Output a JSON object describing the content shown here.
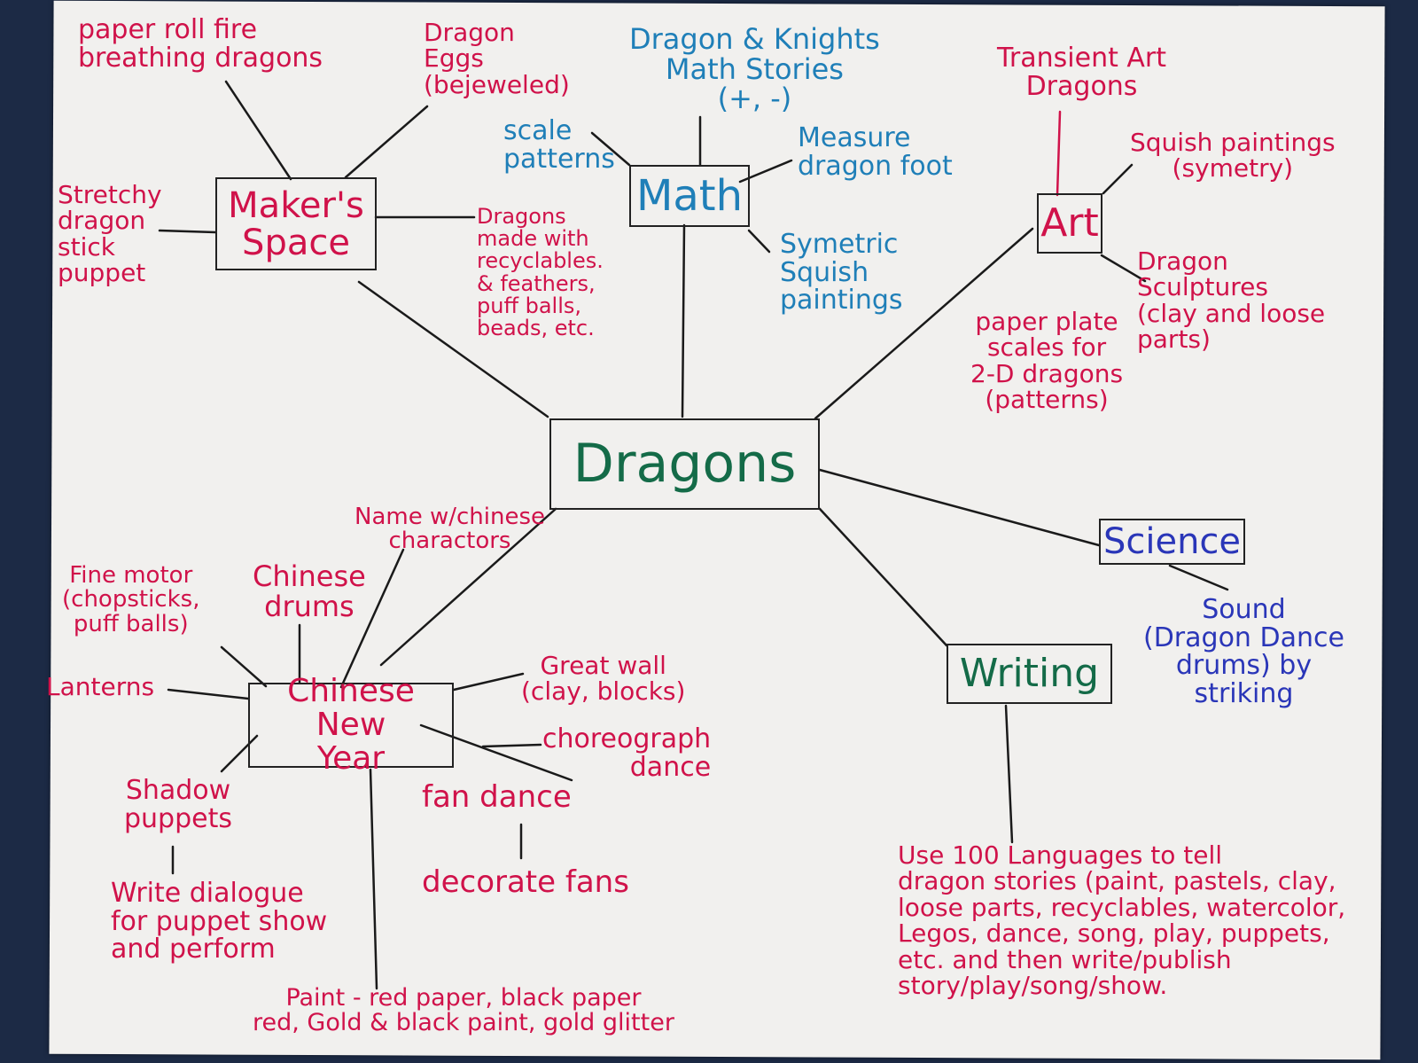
{
  "center": {
    "label": "Dragons"
  },
  "hubs": {
    "makers_space": "Maker's\nSpace",
    "math": "Math",
    "art": "Art",
    "science": "Science",
    "writing": "Writing",
    "chinese_new_year": "Chinese New\nYear"
  },
  "makers_space_ideas": {
    "paper_roll": "paper roll fire\nbreathing dragons",
    "dragon_eggs": "Dragon\nEggs\n(bejeweled)",
    "stretchy": "Stretchy\ndragon\nstick\npuppet",
    "recyclables": "Dragons\nmade with\nrecyclables.\n& feathers,\npuff balls,\nbeads, etc."
  },
  "math_ideas": {
    "stories": "Dragon & Knights\nMath Stories\n(+, -)",
    "scale_patterns": "scale\npatterns",
    "measure": "Measure\ndragon foot",
    "symetric": "Symetric\nSquish\npaintings"
  },
  "art_ideas": {
    "transient": "Transient Art\nDragons",
    "squish": "Squish paintings\n(symetry)",
    "sculptures": "Dragon\nSculptures\n(clay and loose\nparts)",
    "paper_plate": "paper plate\nscales for\n2-D dragons\n(patterns)"
  },
  "science_ideas": {
    "sound": "Sound\n(Dragon Dance\ndrums) by\nstriking"
  },
  "writing_ideas": {
    "languages": "Use 100 Languages to tell\ndragon stories (paint, pastels, clay,\nloose parts, recyclables, watercolor,\nLegos, dance, song, play, puppets,\netc. and then write/publish\nstory/play/song/show."
  },
  "cny_ideas": {
    "name_chinese": "Name w/chinese\ncharactors",
    "fine_motor": "Fine motor\n(chopsticks,\npuff balls)",
    "drums": "Chinese\ndrums",
    "lanterns": "Lanterns",
    "great_wall": "Great wall\n(clay, blocks)",
    "choreograph": "choreograph\ndance",
    "fan_dance": "fan dance",
    "decorate_fans": "decorate fans",
    "shadow_puppets": "Shadow\npuppets",
    "write_dialogue": "Write dialogue\nfor puppet show\nand perform",
    "paint": "Paint - red paper, black paper\nred, Gold & black paint, gold glitter"
  },
  "colors": {
    "red_marker": "#d0124a",
    "blue_marker": "#1f7fb8",
    "navy_marker": "#2a36b8",
    "green_marker": "#146b48",
    "paper": "#f1f0ee",
    "background": "#1c2a45"
  }
}
